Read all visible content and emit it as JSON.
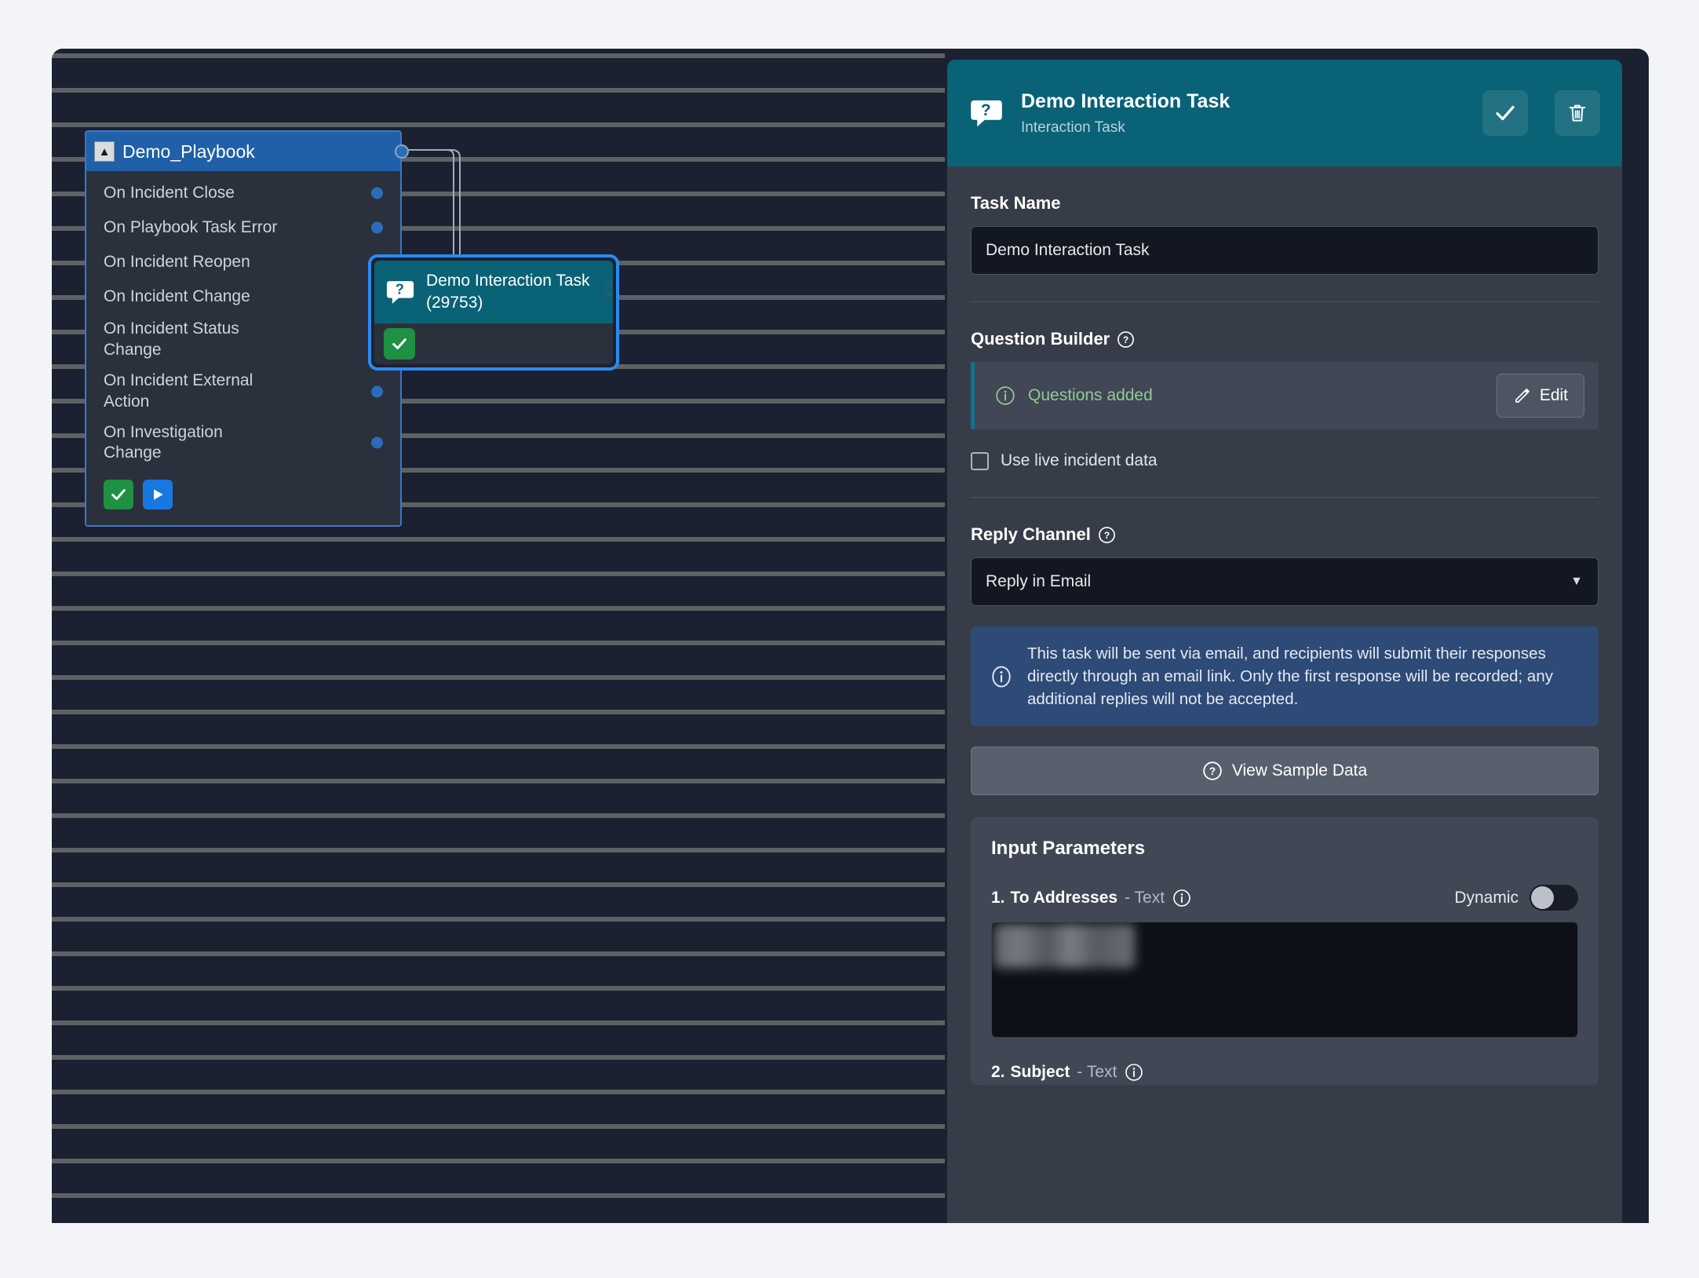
{
  "canvas": {
    "playbook_node": {
      "title": "Demo_Playbook",
      "collapse_icon": "chevron-up-icon",
      "triggers": [
        {
          "label": "On Incident Close"
        },
        {
          "label": "On Playbook Task Error"
        },
        {
          "label": "On Incident Reopen"
        },
        {
          "label": "On Incident Change"
        },
        {
          "label": "On Incident Status Change"
        },
        {
          "label": "On Incident External Action"
        },
        {
          "label": "On Investigation Change"
        }
      ],
      "actions": [
        {
          "name": "validate-button",
          "icon": "check-icon",
          "color": "#1E9142"
        },
        {
          "name": "run-button",
          "icon": "play-icon",
          "color": "#1878E0"
        }
      ]
    },
    "task_node": {
      "icon": "question-bubble-icon",
      "title": "Demo Interaction Task",
      "id_label": "(29753)",
      "status_icon": "check-icon",
      "status_color": "#1E9142",
      "selected_outline_color": "#2A8BF2",
      "header_color": "#096275"
    }
  },
  "panel": {
    "header": {
      "icon": "question-bubble-icon",
      "title": "Demo Interaction Task",
      "subtitle": "Interaction Task",
      "accent_color": "#096275",
      "save_button": "check-icon",
      "delete_button": "trash-icon"
    },
    "task_name": {
      "label": "Task Name",
      "value": "Demo Interaction Task",
      "placeholder": "Task Name"
    },
    "question_builder": {
      "label": "Question Builder",
      "help_icon": "question-circle-icon",
      "status_icon": "info-circle-icon",
      "status_text": "Questions added",
      "status_color": "#8FCB96",
      "accent_color": "#0E7490",
      "edit_label": "Edit",
      "edit_icon": "pencil-icon"
    },
    "live_data": {
      "label": "Use live incident data",
      "checked": false
    },
    "reply_channel": {
      "label": "Reply Channel",
      "help_icon": "question-circle-icon",
      "selected": "Reply in Email",
      "caret_icon": "chevron-down-icon",
      "options": [
        "Reply in Email"
      ]
    },
    "email_info": {
      "icon": "info-circle-icon",
      "text": "This task will be sent via email, and recipients will submit their responses directly through an email link. Only the first response will be recorded; any additional replies will not be accepted.",
      "background": "#2E4A76"
    },
    "sample_data_button": {
      "label": "View Sample Data",
      "icon": "question-circle-icon"
    },
    "input_parameters": {
      "title": "Input Parameters",
      "params": [
        {
          "index": "1.",
          "name": "To Addresses",
          "type": "- Text",
          "info_icon": "info-circle-icon",
          "dynamic_label": "Dynamic",
          "dynamic_on": false,
          "value": "",
          "value_redacted": true
        },
        {
          "index": "2.",
          "name": "Subject",
          "type": "- Text",
          "info_icon": "info-circle-icon"
        }
      ]
    }
  }
}
